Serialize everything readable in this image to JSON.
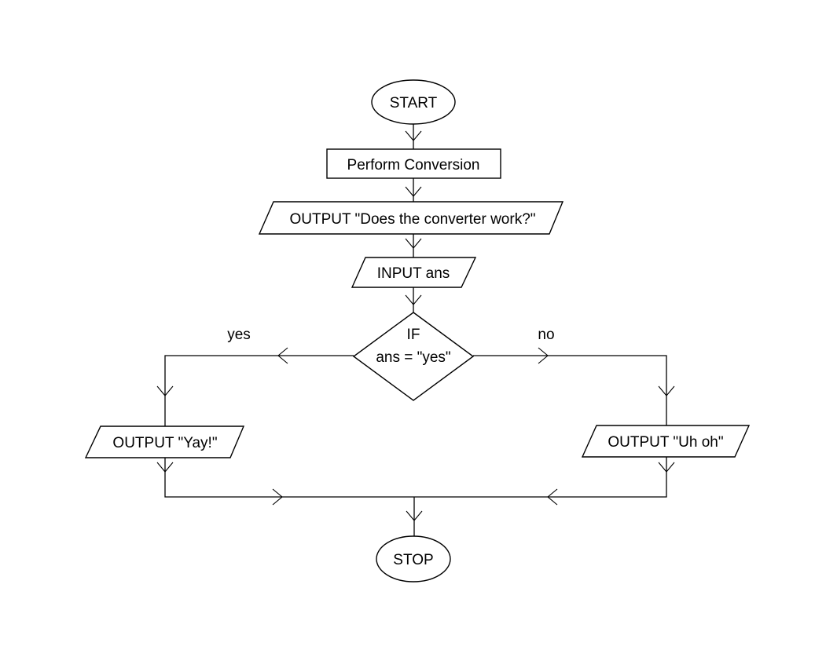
{
  "diagram": {
    "background_color": "#ffffff",
    "stroke_color": "#000000",
    "text_color": "#000000",
    "nodes": {
      "start": {
        "shape": "terminator",
        "label": "START"
      },
      "perform_conversion": {
        "shape": "process",
        "label": "Perform Conversion"
      },
      "output_question": {
        "shape": "input_output",
        "label": "OUTPUT \"Does the converter work?\""
      },
      "input_ans": {
        "shape": "input_output",
        "label": "INPUT ans"
      },
      "decision": {
        "shape": "decision",
        "line1": "IF",
        "line2": "ans = \"yes\""
      },
      "output_yay": {
        "shape": "input_output",
        "label": "OUTPUT \"Yay!\""
      },
      "output_uh_oh": {
        "shape": "input_output",
        "label": "OUTPUT \"Uh oh\""
      },
      "stop": {
        "shape": "terminator",
        "label": "STOP"
      }
    },
    "branch_labels": {
      "yes": "yes",
      "no": "no"
    }
  }
}
